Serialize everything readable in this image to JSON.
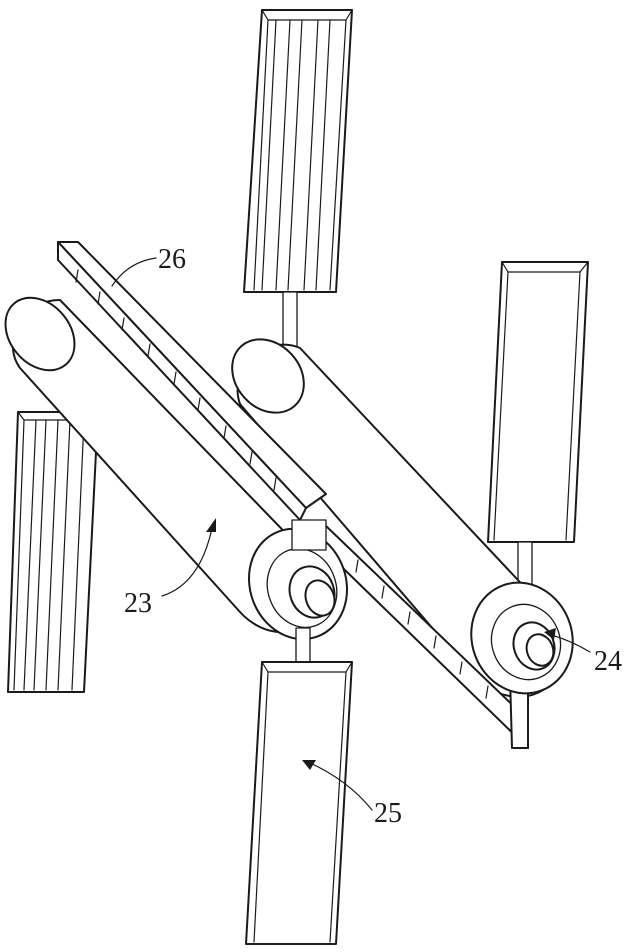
{
  "labels": {
    "roller_left": "23",
    "roller_right": "24",
    "block": "25",
    "rack": "26"
  },
  "colors": {
    "line": "#1a1a1a",
    "background": "#ffffff"
  }
}
